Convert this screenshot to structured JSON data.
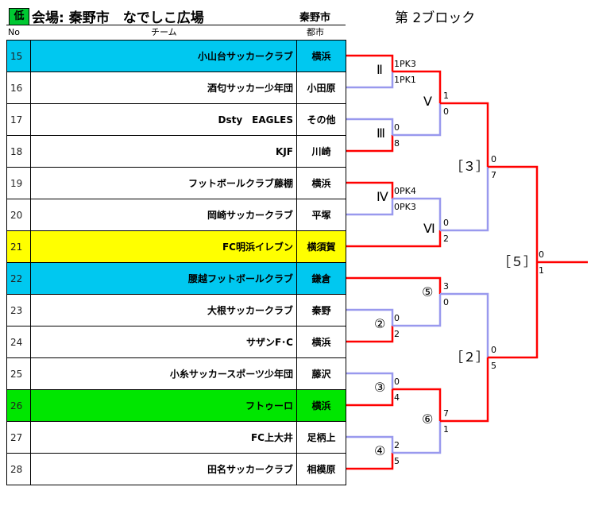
{
  "header": {
    "level": "低",
    "venue": "会場: 秦野市　なでしこ広場",
    "city": "秦野市",
    "block": "第 2ブロック"
  },
  "columns": {
    "no": "No",
    "team": "チーム",
    "city": "都市"
  },
  "colors": {
    "cyan": "#00c8f0",
    "yellow": "#ffff00",
    "green": "#00e600",
    "winner_line": "#ff0000",
    "loser_line": "#9999ee"
  },
  "teams": [
    {
      "no": "15",
      "name": "小山台サッカークラブ",
      "city": "横浜",
      "bg": "#00c8f0"
    },
    {
      "no": "16",
      "name": "酒匂サッカー少年団",
      "city": "小田原",
      "bg": "#ffffff"
    },
    {
      "no": "17",
      "name": "Dsty　EAGLES",
      "city": "その他",
      "bg": "#ffffff"
    },
    {
      "no": "18",
      "name": "KJF",
      "city": "川崎",
      "bg": "#ffffff"
    },
    {
      "no": "19",
      "name": "フットボールクラブ藤棚",
      "city": "横浜",
      "bg": "#ffffff"
    },
    {
      "no": "20",
      "name": "岡崎サッカークラブ",
      "city": "平塚",
      "bg": "#ffffff"
    },
    {
      "no": "21",
      "name": "FC明浜イレブン",
      "city": "横須賀",
      "bg": "#ffff00"
    },
    {
      "no": "22",
      "name": "腰越フットボールクラブ",
      "city": "鎌倉",
      "bg": "#00c8f0"
    },
    {
      "no": "23",
      "name": "大根サッカークラブ",
      "city": "秦野",
      "bg": "#ffffff"
    },
    {
      "no": "24",
      "name": "サザンF･C",
      "city": "横浜",
      "bg": "#ffffff"
    },
    {
      "no": "25",
      "name": "小糸サッカースポーツ少年団",
      "city": "藤沢",
      "bg": "#ffffff"
    },
    {
      "no": "26",
      "name": "フトゥーロ",
      "city": "横浜",
      "bg": "#00e600"
    },
    {
      "no": "27",
      "name": "FC上大井",
      "city": "足柄上",
      "bg": "#ffffff"
    },
    {
      "no": "28",
      "name": "田名サッカークラブ",
      "city": "相模原",
      "bg": "#ffffff"
    }
  ],
  "bracket": {
    "rounds": {
      "r2": "Ⅱ",
      "r3": "Ⅲ",
      "r4": "Ⅳ",
      "r5": "Ⅴ",
      "r6": "Ⅵ",
      "c5": "⑤",
      "c2": "②",
      "c3": "③",
      "c6": "⑥",
      "c4": "④",
      "b3": "［３］",
      "b2": "［２］",
      "b5": "［５］"
    },
    "scores": {
      "m2a": "1PK3",
      "m2b": "1PK1",
      "m3a": "0",
      "m3b": "8",
      "m4a": "0PK4",
      "m4b": "0PK3",
      "m5a": "1",
      "m5b": "0",
      "m6a": "0",
      "m6b": "2",
      "mc5a": "3",
      "mc5b": "0",
      "mc2a": "0",
      "mc2b": "2",
      "mc3a": "0",
      "mc3b": "4",
      "mc4a": "2",
      "mc4b": "5",
      "mc6a": "7",
      "mc6b": "1",
      "mb3a": "0",
      "mb3b": "7",
      "mb2a": "0",
      "mb2b": "5",
      "mb5a": "0",
      "mb5b": "1"
    }
  }
}
